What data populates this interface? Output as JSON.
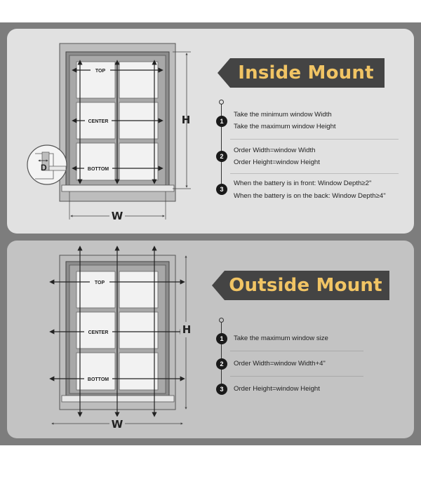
{
  "inside": {
    "title": "Inside Mount",
    "labels": {
      "top": "TOP",
      "center": "CENTER",
      "bottom": "BOTTOM",
      "h": "H",
      "w": "W",
      "d": "D"
    },
    "steps": [
      {
        "num": "1",
        "lines": [
          "Take the minimum window Width",
          "Take the maximum window Height"
        ]
      },
      {
        "num": "2",
        "lines": [
          "Order Width=window Width",
          "Order Height=window Height"
        ]
      },
      {
        "num": "3",
        "lines": [
          "When the battery is in front: Window Depth≥2\"",
          "When the battery is on the back: Window Depth≥4\""
        ]
      }
    ]
  },
  "outside": {
    "title": "Outside Mount",
    "labels": {
      "top": "TOP",
      "center": "CENTER",
      "bottom": "BOTTOM",
      "h": "H",
      "w": "W"
    },
    "steps": [
      {
        "num": "1",
        "lines": [
          "Take the maximum window size"
        ]
      },
      {
        "num": "2",
        "lines": [
          "Order Width=window Width+4\""
        ]
      },
      {
        "num": "3",
        "lines": [
          "Order Height=window Height"
        ]
      }
    ]
  },
  "colors": {
    "badge": "#444444",
    "title_text": "#f1c464",
    "frame": "#7d7d7d"
  }
}
